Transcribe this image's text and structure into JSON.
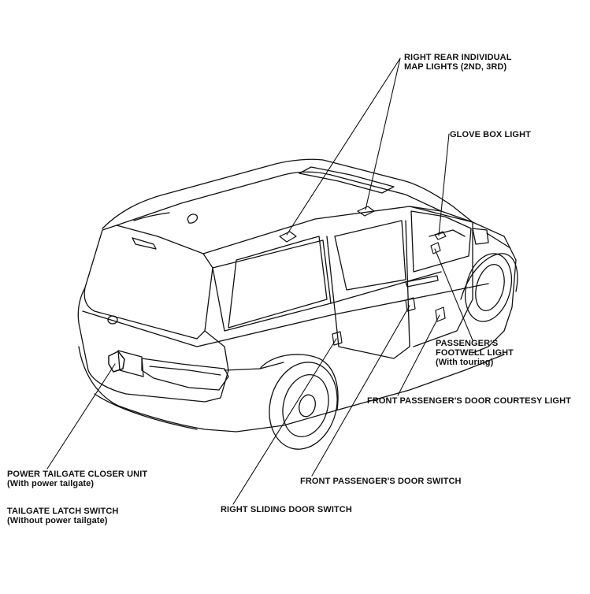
{
  "labels": {
    "map_lights_line1": "RIGHT REAR INDIVIDUAL",
    "map_lights_line2": "MAP LIGHTS (2ND, 3RD)",
    "glove_box": "GLOVE BOX LIGHT",
    "footwell_line1": "PASSENGER'S",
    "footwell_line2": "FOOTWELL LIGHT",
    "footwell_line3": "(With touring)",
    "courtesy_light": "FRONT PASSENGER'S DOOR COURTESY LIGHT",
    "front_door_switch": "FRONT PASSENGER'S DOOR SWITCH",
    "sliding_door_switch": "RIGHT SLIDING DOOR SWITCH",
    "tailgate_closer_line1": "POWER TAILGATE CLOSER UNIT",
    "tailgate_closer_line2": "(With power tailgate)",
    "tailgate_latch_line1": "TAILGATE LATCH SWITCH",
    "tailgate_latch_line2": "(Without power tailgate)"
  },
  "colors": {
    "line": "#111111",
    "background": "#ffffff"
  }
}
